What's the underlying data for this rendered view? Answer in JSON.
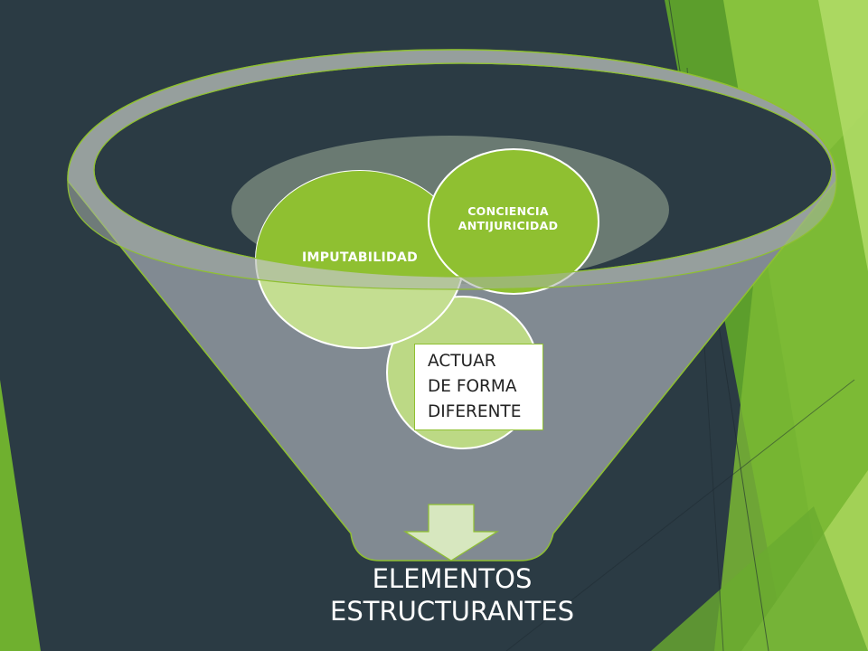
{
  "diagram": {
    "type": "funnel",
    "items": [
      {
        "label": "IMPUTABILIDAD"
      },
      {
        "label": "CONCIENCIA ANTIJURICIDAD"
      },
      {
        "label": "ACTUAR\nDE FORMA\nDIFERENTE"
      }
    ],
    "result_label": "ELEMENTOS ESTRUCTURANTES"
  },
  "colors": {
    "background": "#2b3b44",
    "accent_green": "#8fc031",
    "light_green": "#bcd985",
    "funnel_gray": "#818a92",
    "arrow_fill": "#d7e7bf"
  }
}
